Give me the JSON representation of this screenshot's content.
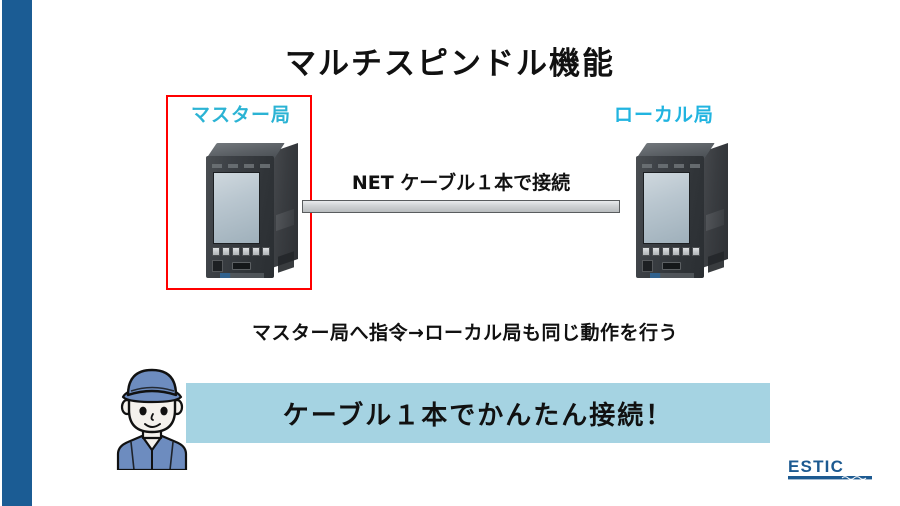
{
  "slide": {
    "title": "マルチスピンドル機能",
    "accent_bar_color": "#1b5c94",
    "background": "#ffffff"
  },
  "diagram": {
    "master": {
      "label": "マスター局",
      "label_color": "#2bb3d4",
      "highlight_box_color": "#ff0000",
      "device_name": "controller-unit"
    },
    "local": {
      "label": "ローカル局",
      "label_color": "#21b4e0",
      "device_name": "controller-unit"
    },
    "cable": {
      "label": "NET ケーブル１本で接続",
      "color": "#cfd2d4"
    }
  },
  "caption": "マスター局へ指令→ローカル局も同じ動作を行う",
  "banner": {
    "text": "ケーブル１本でかんたん接続！",
    "background": "#a5d3e2",
    "text_color": "#111111"
  },
  "worker": {
    "name": "worker-illustration",
    "cap_color": "#6d8cbf",
    "uniform_color": "#6d8cbf",
    "skin_color": "#f4f1ec"
  },
  "logo": {
    "text": "ESTIC",
    "color": "#1d5a91"
  }
}
